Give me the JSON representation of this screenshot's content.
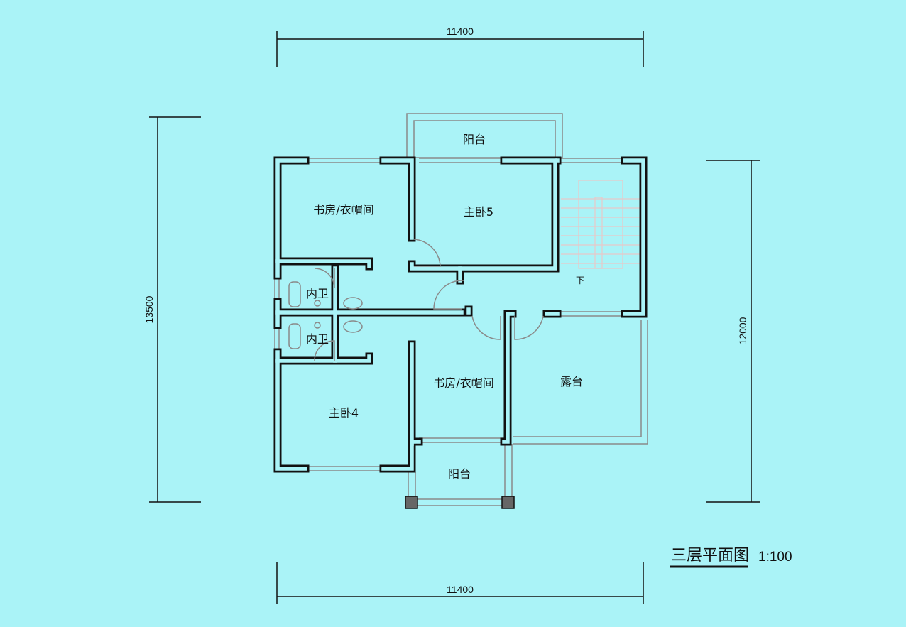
{
  "dimensions": {
    "top": "11400",
    "bottom": "11400",
    "left": "13500",
    "right": "12000"
  },
  "rooms": {
    "balcony_top": "阳台",
    "study_top": "书房/衣帽间",
    "master5": "主卧5",
    "bath_upper": "内卫",
    "bath_lower": "内卫",
    "stairs_down": "下",
    "study_bottom": "书房/衣帽间",
    "terrace": "露台",
    "master4": "主卧4",
    "balcony_bottom": "阳台"
  },
  "title": {
    "name": "三层平面图",
    "scale": "1:100"
  }
}
